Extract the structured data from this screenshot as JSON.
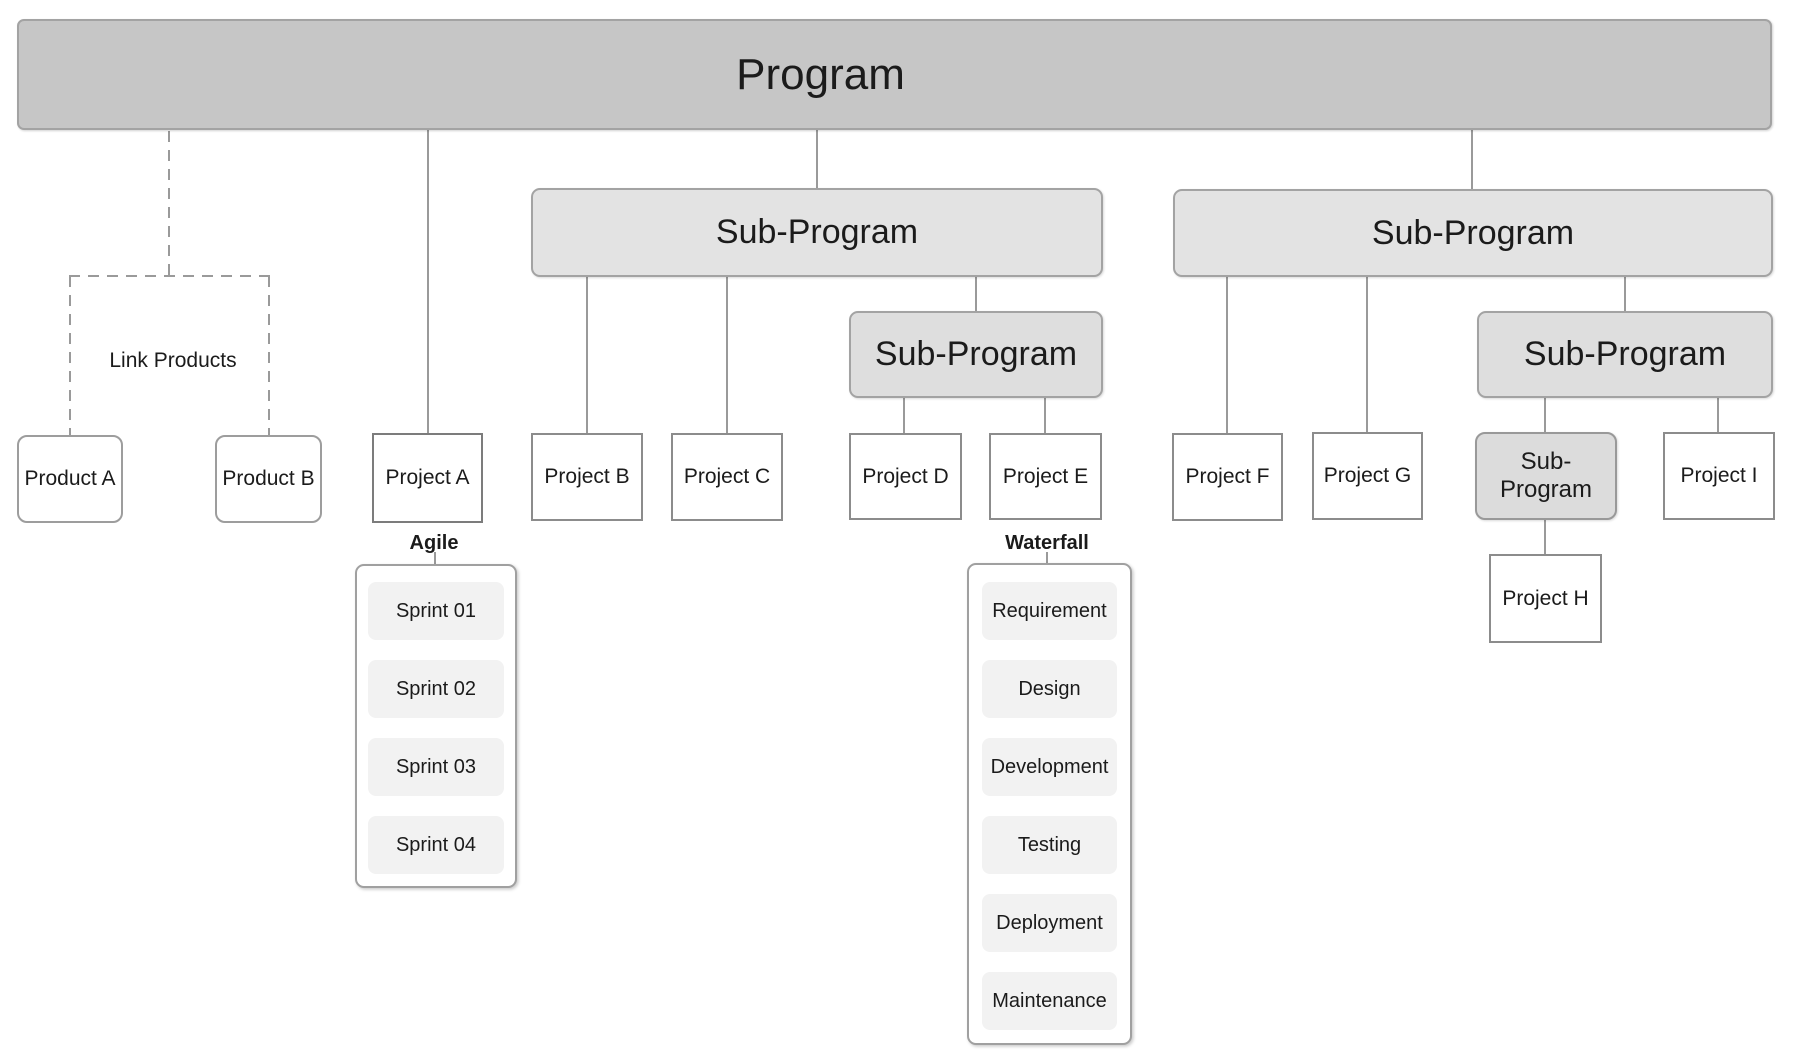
{
  "colors": {
    "program_fill": "#c6c6c6",
    "subprogram_fill": "#e3e3e3",
    "subprogram_level3_fill": "#dedede",
    "subprogram_level4_fill": "#dcdcdc",
    "node_border": "#a3a3a3",
    "project_border": "#8c8c8c",
    "connector_line": "#9a9a9a",
    "list_item_fill": "#f2f2f2",
    "text": "#1b1b1b",
    "background": "#ffffff"
  },
  "nodes": {
    "program": {
      "label": "Program"
    },
    "sub_program_left": {
      "label": "Sub-Program"
    },
    "sub_program_left_child": {
      "label": "Sub-Program"
    },
    "sub_program_right": {
      "label": "Sub-Program"
    },
    "sub_program_right_child": {
      "label": "Sub-Program"
    },
    "sub_program_small": {
      "label": "Sub-Program"
    },
    "link_products": {
      "label": "Link Products"
    },
    "product_a": {
      "label": "Product A"
    },
    "product_b": {
      "label": "Product B"
    },
    "project_a": {
      "label": "Project A"
    },
    "project_b": {
      "label": "Project B"
    },
    "project_c": {
      "label": "Project C"
    },
    "project_d": {
      "label": "Project D"
    },
    "project_e": {
      "label": "Project E"
    },
    "project_f": {
      "label": "Project F"
    },
    "project_g": {
      "label": "Project G"
    },
    "project_h": {
      "label": "Project H"
    },
    "project_i": {
      "label": "Project I"
    }
  },
  "agile": {
    "label": "Agile",
    "items": [
      "Sprint 01",
      "Sprint 02",
      "Sprint 03",
      "Sprint 04"
    ]
  },
  "waterfall": {
    "label": "Waterfall",
    "items": [
      "Requirement",
      "Design",
      "Development",
      "Testing",
      "Deployment",
      "Maintenance"
    ]
  }
}
